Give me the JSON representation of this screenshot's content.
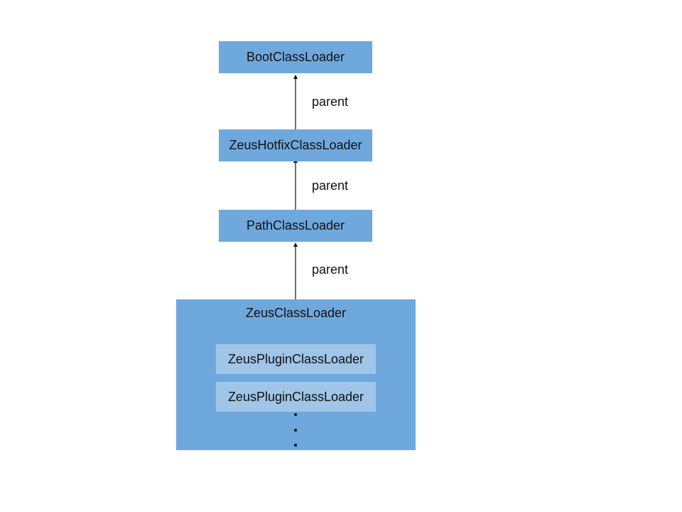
{
  "nodes": {
    "boot": "BootClassLoader",
    "hotfix": "ZeusHotfixClassLoader",
    "path": "PathClassLoader",
    "zeus": "ZeusClassLoader",
    "plugins": [
      "ZeusPluginClassLoader",
      "ZeusPluginClassLoader"
    ]
  },
  "edges": [
    {
      "from": "hotfix",
      "to": "boot",
      "label": "parent"
    },
    {
      "from": "path",
      "to": "hotfix",
      "label": "parent"
    },
    {
      "from": "zeus",
      "to": "path",
      "label": "parent"
    }
  ],
  "colors": {
    "node_fill": "#6fa8dc",
    "subnode_fill": "#9fc5e8",
    "text": "#111111"
  }
}
